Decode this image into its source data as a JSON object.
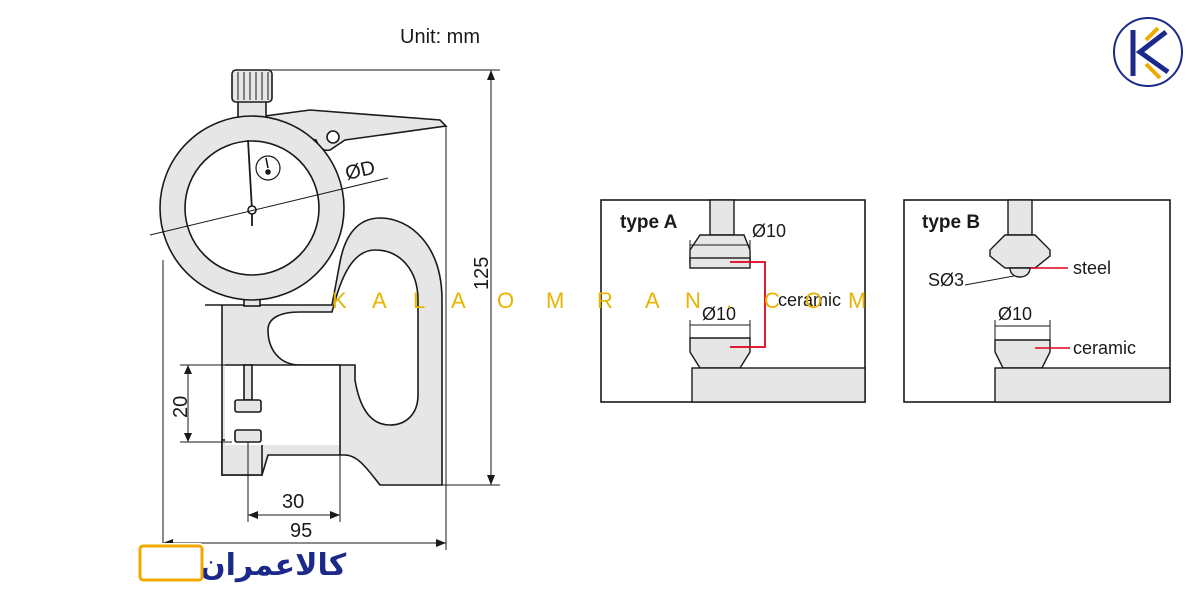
{
  "unit_label": "Unit: mm",
  "main_drawing": {
    "dial_label": "ØD",
    "height_dim": "125",
    "gap_dim": "20",
    "depth_dim": "30",
    "width_dim": "95"
  },
  "panel_a": {
    "title": "type A",
    "upper_dia": "Ø10",
    "lower_dia": "Ø10",
    "material": "ceramic"
  },
  "panel_b": {
    "title": "type B",
    "sphere": "SØ3",
    "upper_material": "steel",
    "lower_dia": "Ø10",
    "lower_material": "ceramic"
  },
  "watermark": [
    "K",
    "A",
    "L",
    "A",
    "O",
    "M",
    "R",
    "A",
    "N",
    ".",
    "C",
    "O",
    "M"
  ],
  "brand_text": "کالاعمران",
  "colors": {
    "line": "#1a1a1a",
    "body_fill": "#e6e6e6",
    "red": "#e0001b",
    "watermark": "#e8b400",
    "brand_blue": "#1b2a8a",
    "brand_orange": "#f2a900"
  }
}
